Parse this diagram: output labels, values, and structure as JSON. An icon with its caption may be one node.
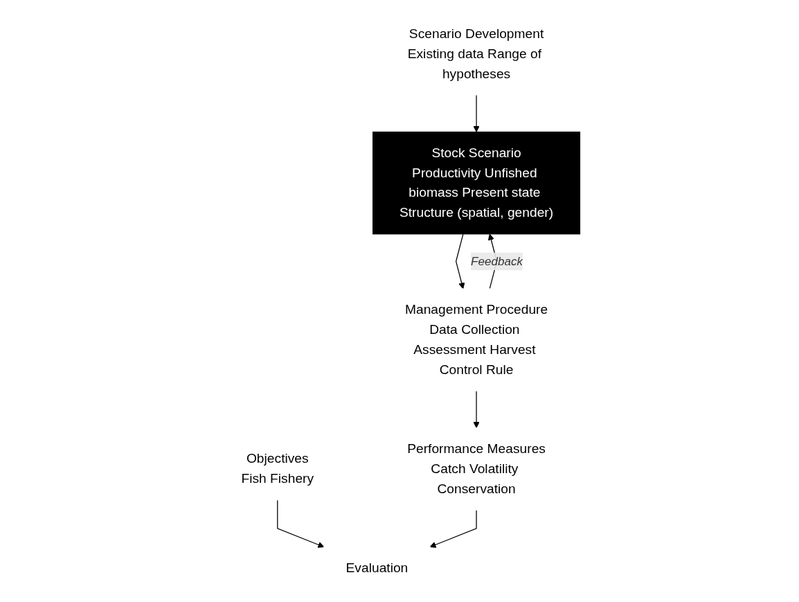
{
  "diagram": {
    "nodes": [
      {
        "text": [
          "Scenario Development",
          "Existing data Range of hypotheses"
        ]
      },
      {
        "text": [
          "Objectives",
          "Fish Fishery"
        ]
      },
      {
        "text": [
          "Management Procedure",
          "Data Collection Assessment Harvest Control Rule"
        ]
      },
      {
        "text": [
          "Stock Scenario",
          "Productivity Unfished biomass Present state Structure (spatial, gender)"
        ]
      },
      {
        "text": [
          "Evaluation"
        ]
      },
      {
        "text": [
          "Performance Measures",
          "Catch Volatility Conservation"
        ]
      }
    ],
    "edges": [
      {
        "from": 0,
        "to": 3,
        "arrow": "to"
      },
      {
        "from": 2,
        "to": 3,
        "label": "Feedback",
        "arrow": "to"
      },
      {
        "from": 3,
        "to": 2,
        "arrow": "to"
      },
      {
        "from": 2,
        "to": 5,
        "arrow": "to"
      },
      {
        "from": 1,
        "to": 4,
        "arrow": "to"
      },
      {
        "from": 5,
        "to": 4,
        "arrow": "to"
      }
    ]
  }
}
